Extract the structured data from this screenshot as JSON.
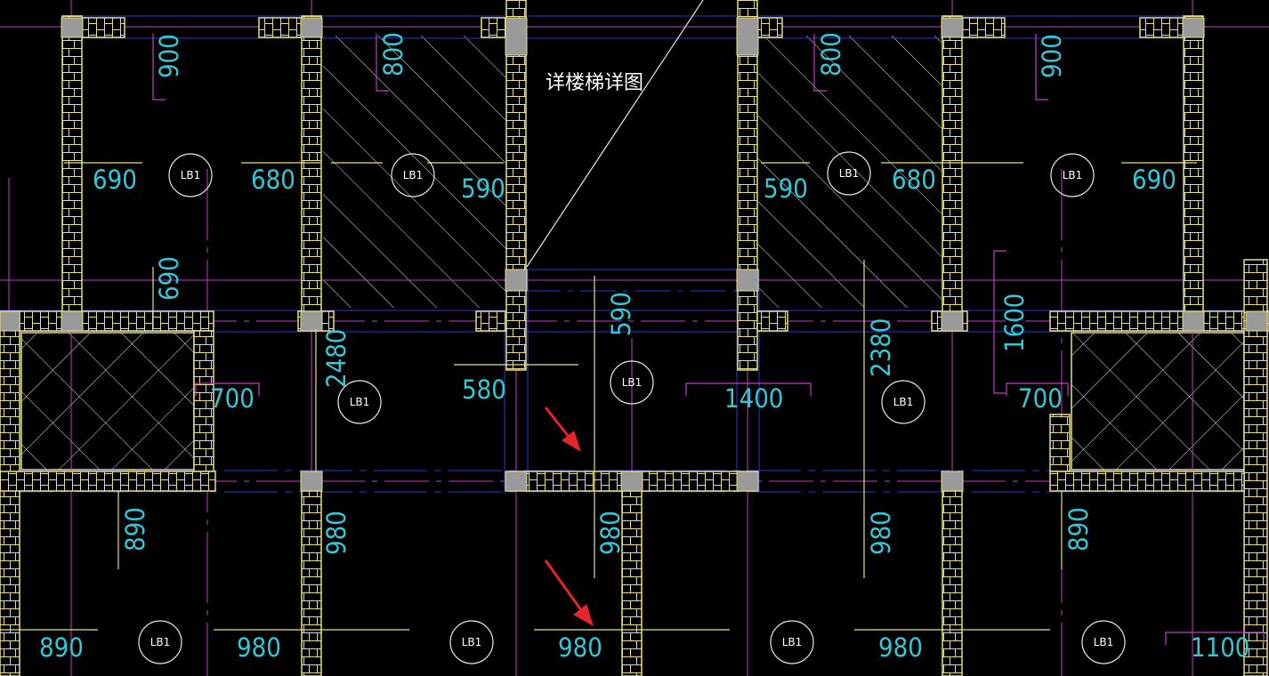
{
  "drawing": {
    "note": "详楼梯详图",
    "slab_tag": "LB1",
    "colors": {
      "background": "#000000",
      "wall": "#e8e080",
      "column": "#9a9a9a",
      "dimension_text": "#36c7d6",
      "axis_blue": "#2b38d8",
      "magenta": "#c43cc8",
      "white_line": "#e8e8e8",
      "arrow": "#e8242c"
    },
    "dimensions": {
      "d900a": "900",
      "d800a": "800",
      "d800b": "800",
      "d900b": "900",
      "d690a": "690",
      "d680a": "680",
      "d590a": "590",
      "d590b": "590",
      "d680b": "680",
      "d690b": "690",
      "d690v": "690",
      "d590v": "590",
      "d2480": "2480",
      "d2380": "2380",
      "d1600": "1600",
      "d700a": "700",
      "d580": "580",
      "d1400": "1400",
      "d700b": "700",
      "d890v1": "890",
      "d980v1": "980",
      "d980v2": "980",
      "d980v3": "980",
      "d890v2": "890",
      "d890": "890",
      "d980a": "980",
      "d980b": "980",
      "d980c": "980",
      "d1100": "1100"
    },
    "slab_labels": 11,
    "arrows": 2
  }
}
